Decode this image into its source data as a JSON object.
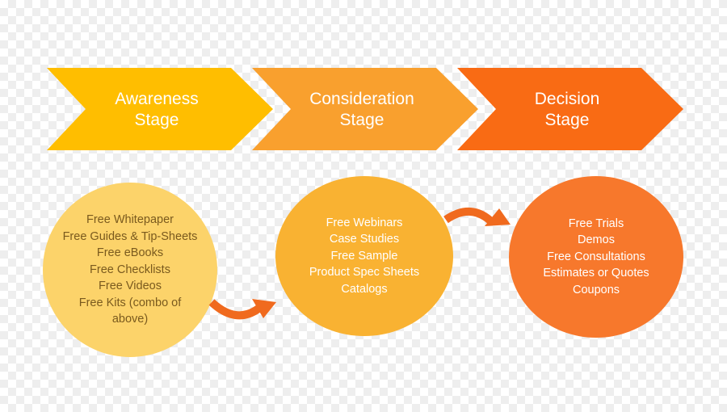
{
  "colors": {
    "awareness": "#FFBE00",
    "consideration": "#F9A02E",
    "decision": "#F96B14",
    "awareness_circle": "#FCD36A",
    "consideration_circle": "#F9B232",
    "decision_circle": "#F7782C",
    "arrow": "#F06A1E",
    "circle_text_dark": "#7A5A1E",
    "circle_text_light": "#FFFFFF"
  },
  "stages": [
    {
      "label": "Awareness\nStage"
    },
    {
      "label": "Consideration\nStage"
    },
    {
      "label": "Decision\nStage"
    }
  ],
  "circles": [
    {
      "items": [
        "Free Whitepaper",
        "Free Guides & Tip-Sheets",
        "Free eBooks",
        "Free Checklists",
        "Free Videos",
        "Free Kits (combo of",
        "above)"
      ]
    },
    {
      "items": [
        "Free Webinars",
        "Case Studies",
        "Free Sample",
        "Product Spec Sheets",
        "Catalogs"
      ]
    },
    {
      "items": [
        "Free Trials",
        "Demos",
        "Free Consultations",
        "Estimates  or Quotes",
        "Coupons"
      ]
    }
  ]
}
